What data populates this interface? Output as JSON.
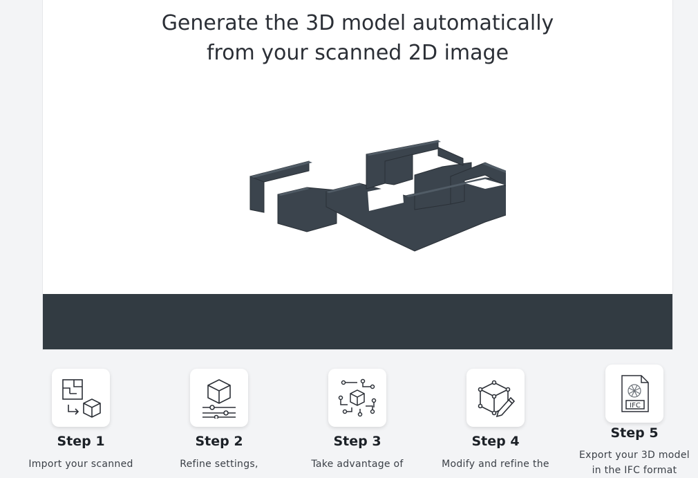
{
  "viewer": {
    "title_line1": "Generate the 3D model automatically",
    "title_line2": "from your scanned 2D image"
  },
  "steps": [
    {
      "title": "Step 1",
      "description": "Import your scanned",
      "icon": "floorplan-to-cube-icon"
    },
    {
      "title": "Step 2",
      "description": "Refine settings,",
      "icon": "cube-sliders-icon"
    },
    {
      "title": "Step 3",
      "description": "Take advantage of",
      "icon": "cube-network-icon"
    },
    {
      "title": "Step 4",
      "description": "Modify and refine the",
      "icon": "cube-pencil-icon"
    },
    {
      "title": "Step 5",
      "description": "Export your 3D model",
      "description_line2": "in the IFC format",
      "icon": "ifc-file-icon",
      "file_label": "IFC"
    }
  ],
  "colors": {
    "page_background": "#f3f4f6",
    "viewer_background": "#ffffff",
    "viewer_bar": "#323b42",
    "model_top": "#4f5a64",
    "model_side": "#3b444d"
  }
}
